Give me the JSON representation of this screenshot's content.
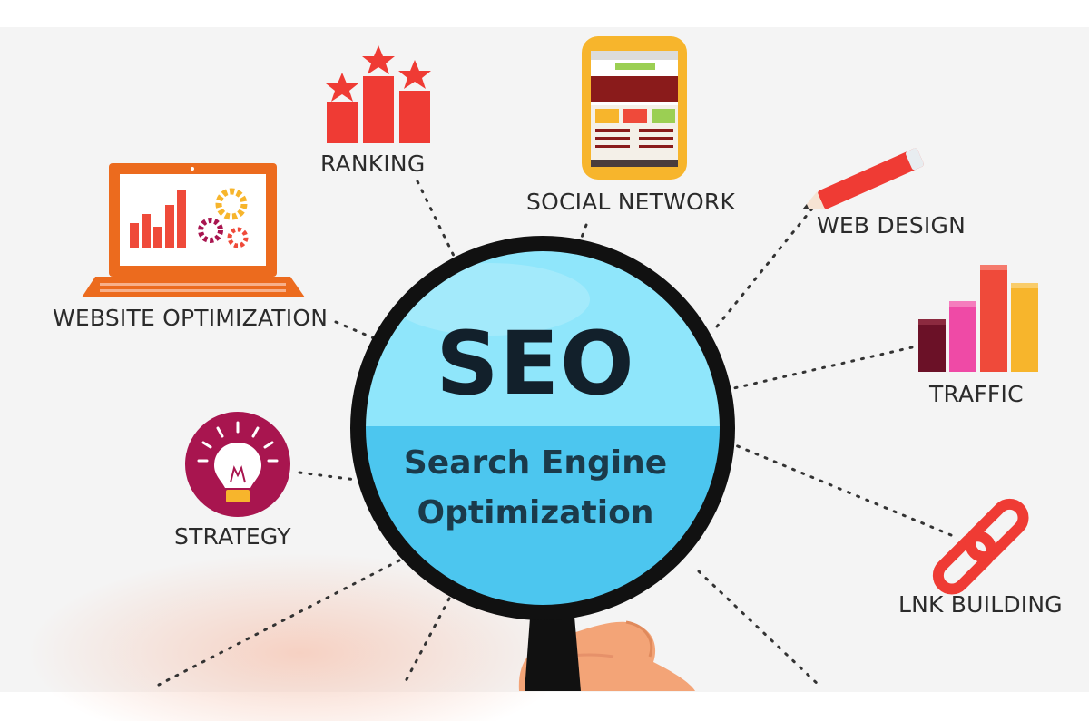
{
  "center": {
    "title": "SEO",
    "subtitle_line1": "Search Engine",
    "subtitle_line2": "Optimization"
  },
  "nodes": {
    "ranking": "RANKING",
    "social_network": "SOCIAL NETWORK",
    "web_design": "WEB DESIGN",
    "website_optimization": "WEBSITE OPTIMIZATION",
    "traffic": "TRAFFIC",
    "strategy": "STRATEGY",
    "link_building": "LNK BUILDING"
  },
  "colors": {
    "lens_top": "#8fe6fb",
    "lens_bottom": "#4cc6ef",
    "frame": "#111111",
    "red": "#ef3b34",
    "orange": "#ec6b1e",
    "yellow": "#f7b52c",
    "maroon": "#a8154f",
    "pink": "#ef4aa6"
  },
  "icons": {
    "ranking": "ranking-bars-stars-icon",
    "social_network": "mobile-phone-icon",
    "web_design": "pencil-icon",
    "website_optimization": "laptop-chart-gears-icon",
    "traffic": "bar-chart-icon",
    "strategy": "lightbulb-icon",
    "link_building": "chain-link-icon"
  }
}
